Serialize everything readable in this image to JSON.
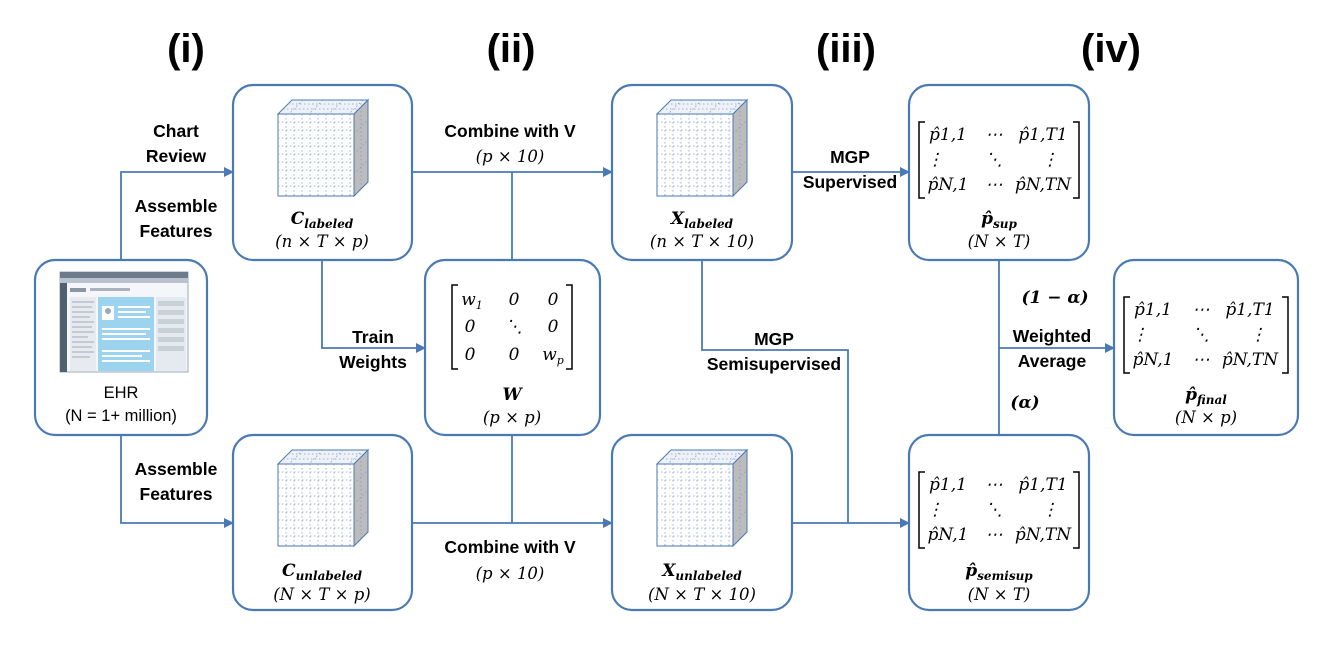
{
  "stages": [
    "(i)",
    "(ii)",
    "(iii)",
    "(iv)"
  ],
  "ehr": {
    "name": "EHR",
    "count": "(N = 1+ million)"
  },
  "arrows": {
    "chart_review": [
      "Chart",
      "Review"
    ],
    "assemble_top": [
      "Assemble",
      "Features"
    ],
    "assemble_bottom": [
      "Assemble",
      "Features"
    ],
    "train_weights": [
      "Train",
      "Weights"
    ],
    "combine_top": [
      "Combine with V",
      "(p × 10)"
    ],
    "combine_bottom": [
      "Combine with V",
      "(p × 10)"
    ],
    "mgp_supervised": [
      "MGP",
      "Supervised"
    ],
    "mgp_semisupervised": [
      "MGP",
      "Semisupervised"
    ],
    "weighted_average": [
      "Weighted",
      "Average"
    ],
    "one_minus_alpha": "(1 − α)",
    "alpha": "(α)"
  },
  "boxes": {
    "c_labeled": {
      "name": "C",
      "sub": "labeled",
      "dims": "(n × T × p)"
    },
    "c_unlabeled": {
      "name": "C",
      "sub": "unlabeled",
      "dims": "(N × T × p)"
    },
    "w": {
      "name": "W",
      "dims": "(p × p)",
      "matrix": [
        [
          "w1",
          "0",
          "0"
        ],
        [
          "0",
          "⋱",
          "0"
        ],
        [
          "0",
          "0",
          "wp"
        ]
      ]
    },
    "x_labeled": {
      "name": "X",
      "sub": "labeled",
      "dims": "(n × T × 10)"
    },
    "x_unlabeled": {
      "name": "X",
      "sub": "unlabeled",
      "dims": "(N × T × 10)"
    },
    "p_sup": {
      "name": "p̂",
      "sub": "sup",
      "dims": "(N × T)"
    },
    "p_semisup": {
      "name": "p̂",
      "sub": "semisup",
      "dims": "(N × T)"
    },
    "p_final": {
      "name": "p̂",
      "sub": "final",
      "dims": "(N × p)"
    }
  },
  "prob_matrix": {
    "r1": [
      "p̂1,1",
      "⋯",
      "p̂1,T1"
    ],
    "r2": [
      "⋮",
      "⋱",
      "⋮"
    ],
    "r3": [
      "p̂N,1",
      "⋯",
      "p̂N,TN"
    ]
  }
}
